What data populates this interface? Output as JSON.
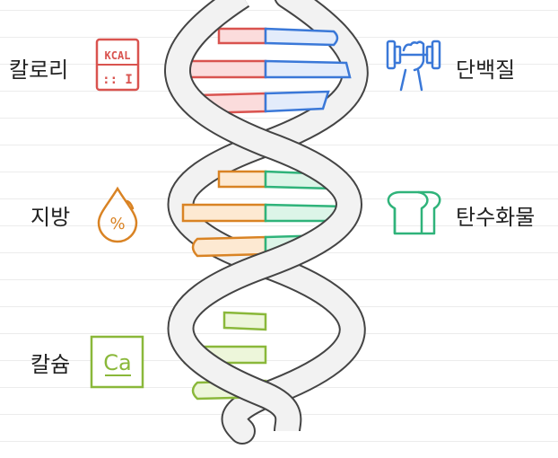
{
  "nutrients": [
    {
      "label": "칼로리",
      "icon": "kcal-calculator-icon",
      "icon_text_top": "KCAL",
      "icon_text_bottom": ":: I",
      "color": "#d9534f",
      "fill": "#fbdcdc"
    },
    {
      "label": "단백질",
      "icon": "dumbbell-fist-icon",
      "color": "#3a78d8",
      "fill": "#e3ecfb"
    },
    {
      "label": "지방",
      "icon": "fat-drop-percent-icon",
      "icon_text": "%",
      "color": "#d98324",
      "fill": "#fde9d2"
    },
    {
      "label": "탄수화물",
      "icon": "bread-loaf-icon",
      "color": "#2fb37a",
      "fill": "#dcf5e8"
    },
    {
      "label": "칼슘",
      "icon": "calcium-ca-icon",
      "icon_text": "Ca",
      "color": "#8ab83a",
      "fill": "#edf6da"
    }
  ]
}
